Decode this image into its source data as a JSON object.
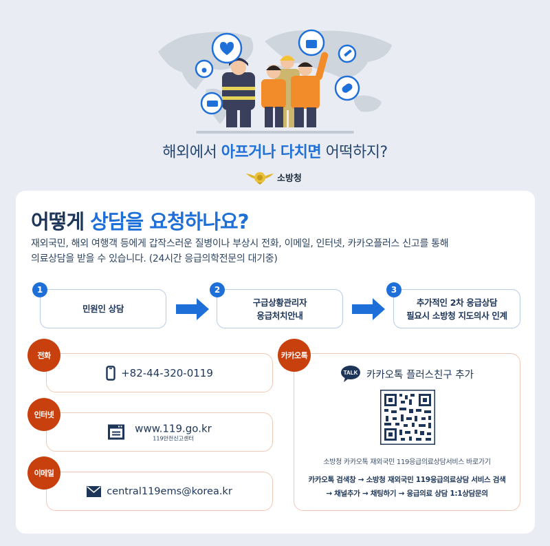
{
  "hero": {
    "headline_pre": "해외에서 ",
    "headline_highlight": "아프거나 다치면",
    "headline_post": " 어떡하지?",
    "brand_name": "소방청",
    "illustration_icons": [
      "heart-pulse-icon",
      "stethoscope-icon",
      "ambulance-icon",
      "first-aid-kit-icon",
      "syringe-icon",
      "bandage-icon"
    ]
  },
  "main": {
    "title_pre": "어떻게 ",
    "title_highlight": "상담을 요청하나요?",
    "description_line1": "재외국민, 해외 여행객 등에게 갑작스러운 질병이나 부상시 전화, 이메일, 인터넷, 카카오플러스 신고를 통해",
    "description_line2": "의료상담을 받을 수 있습니다. (24시간 응급의학전문의 대기중)",
    "steps": [
      {
        "num": "1",
        "line1": "민원인 상담",
        "line2": ""
      },
      {
        "num": "2",
        "line1": "구급상황관리자",
        "line2": "응급처치안내"
      },
      {
        "num": "3",
        "line1": "추가적인 2차 응급상담",
        "line2": "필요시 소방청 지도의사 인계"
      }
    ],
    "contacts": {
      "phone": {
        "badge": "전화",
        "value": "+82-44-320-0119",
        "icon": "phone-icon"
      },
      "internet": {
        "badge": "인터넷",
        "value": "www.119.go.kr",
        "sub": "119안전신고센터",
        "icon": "browser-icon"
      },
      "email": {
        "badge": "이메일",
        "value": "central119ems@korea.kr",
        "icon": "mail-icon"
      },
      "kakao": {
        "badge": "카카오톡",
        "talk_label": "TALK",
        "title": "카카오톡 플러스친구 추가",
        "link_text": "소방청 카카오톡 재외국민 119응급의료상담서비스 바로가기",
        "steps_line1": "카카오톡 검색창 → 소방청 재외국민 119응급의료상담 서비스 검색",
        "steps_line2": "→ 채널추가 → 채팅하기 → 응급의료 상담 1:1상담문의"
      }
    }
  },
  "colors": {
    "background": "#e9edf3",
    "accent_blue": "#1f6fd9",
    "navy": "#1c3558",
    "badge_orange": "#c9400f",
    "contact_border": "#efc9b3",
    "step_border": "#b9cce6"
  }
}
